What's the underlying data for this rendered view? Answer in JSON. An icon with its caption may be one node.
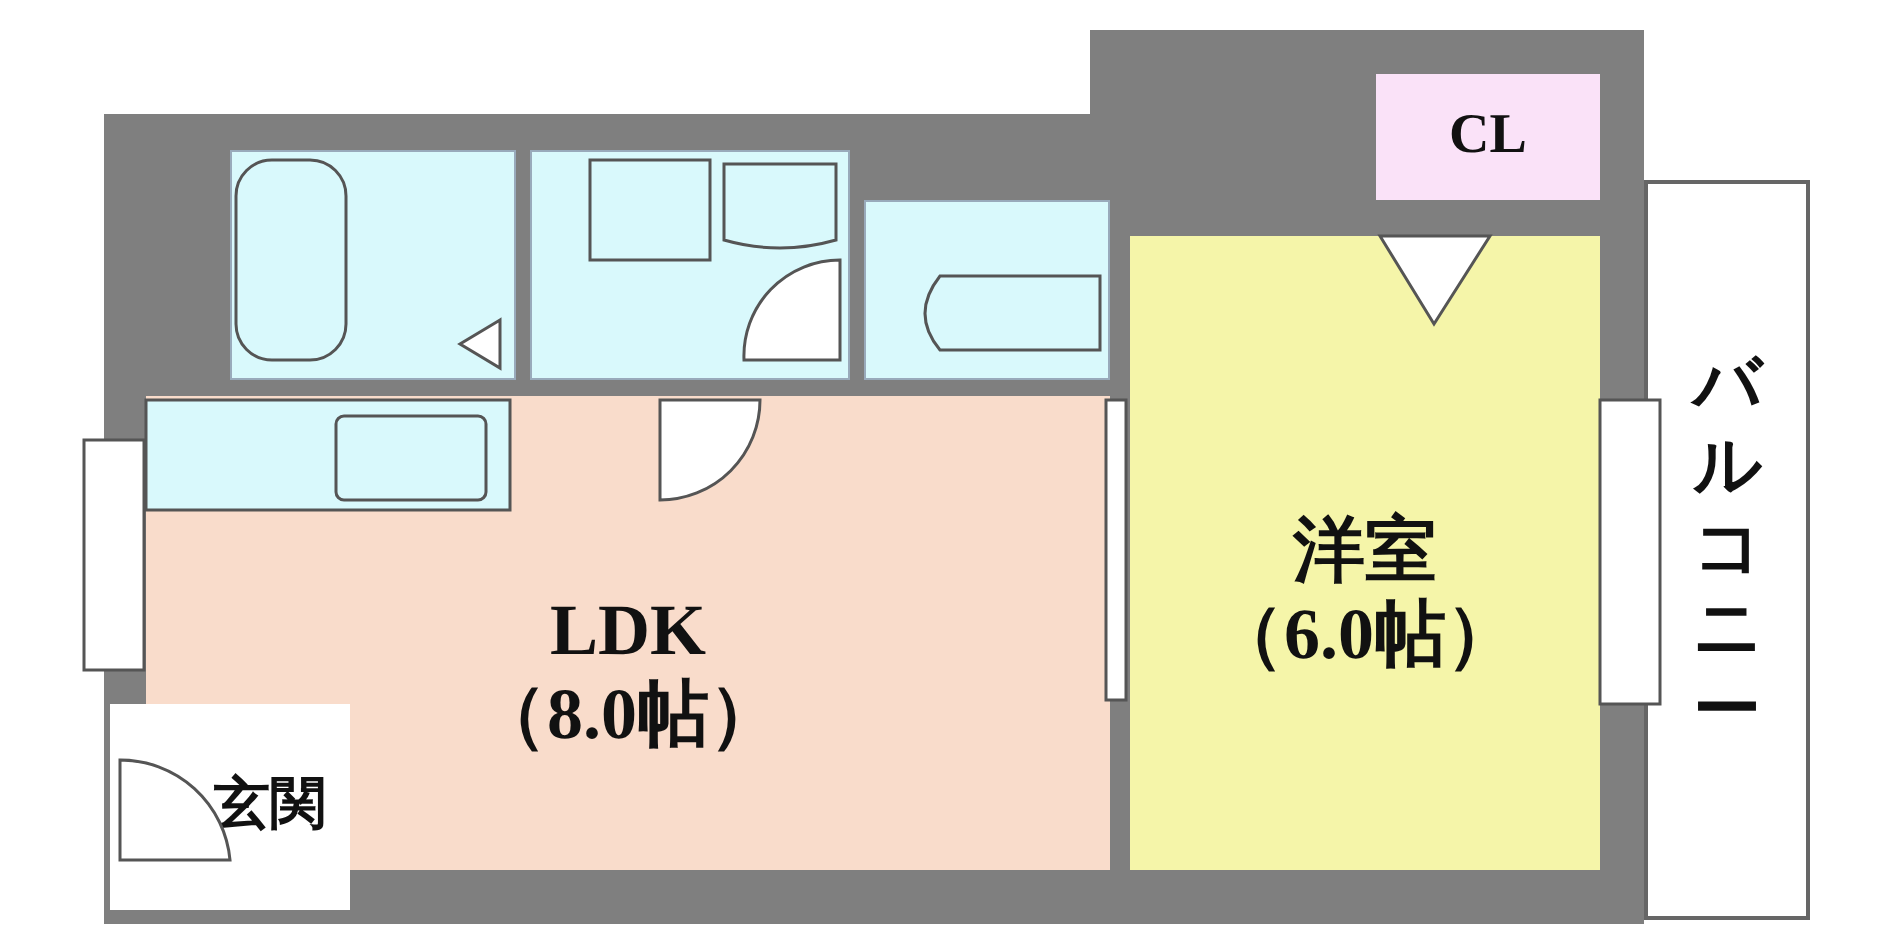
{
  "diagram": {
    "nodes": [
      {
        "text": [],
        "shape": "box"
      },
      {
        "text": [],
        "shape": "box"
      },
      {
        "text": [],
        "shape": "box"
      },
      {
        "text": [
          "CL"
        ]
      },
      {
        "text": [
          "LDK",
          "（8.0帖）"
        ]
      },
      {
        "text": [
          "洋室",
          "（6.0帖）"
        ]
      },
      {
        "text": [
          "バルコニー"
        ]
      },
      {
        "text": [
          "玄関"
        ]
      }
    ],
    "edges": []
  }
}
